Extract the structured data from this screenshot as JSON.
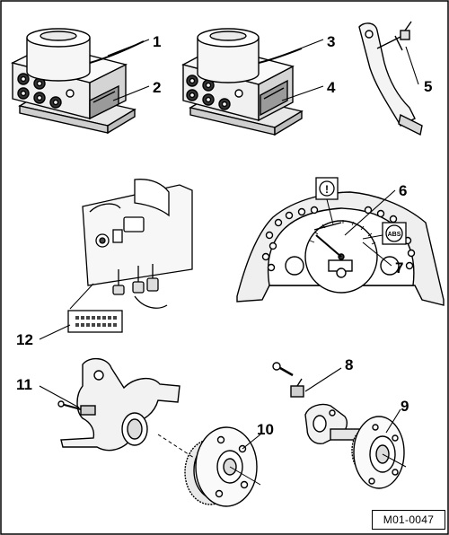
{
  "figure": {
    "reference_code": "M01-0047",
    "callouts": [
      "1",
      "2",
      "3",
      "4",
      "5",
      "6",
      "7",
      "8",
      "9",
      "10",
      "11",
      "12"
    ]
  },
  "components": {
    "hydraulic_unit_a": {
      "icon": "abs-hydraulic-unit-icon"
    },
    "hydraulic_unit_b": {
      "icon": "abs-hydraulic-unit-icon"
    },
    "brake_pedal": {
      "icon": "brake-pedal-switch-icon"
    },
    "instrument_cluster": {
      "icon": "instrument-cluster-icon",
      "warning_symbol": "!",
      "abs_lamp_text": "ABS"
    },
    "diagnostic_connector": {
      "icon": "diagnostic-connector-icon"
    },
    "front_hub": {
      "icon": "front-wheel-hub-icon"
    },
    "rear_hub": {
      "icon": "rear-wheel-hub-icon"
    }
  }
}
